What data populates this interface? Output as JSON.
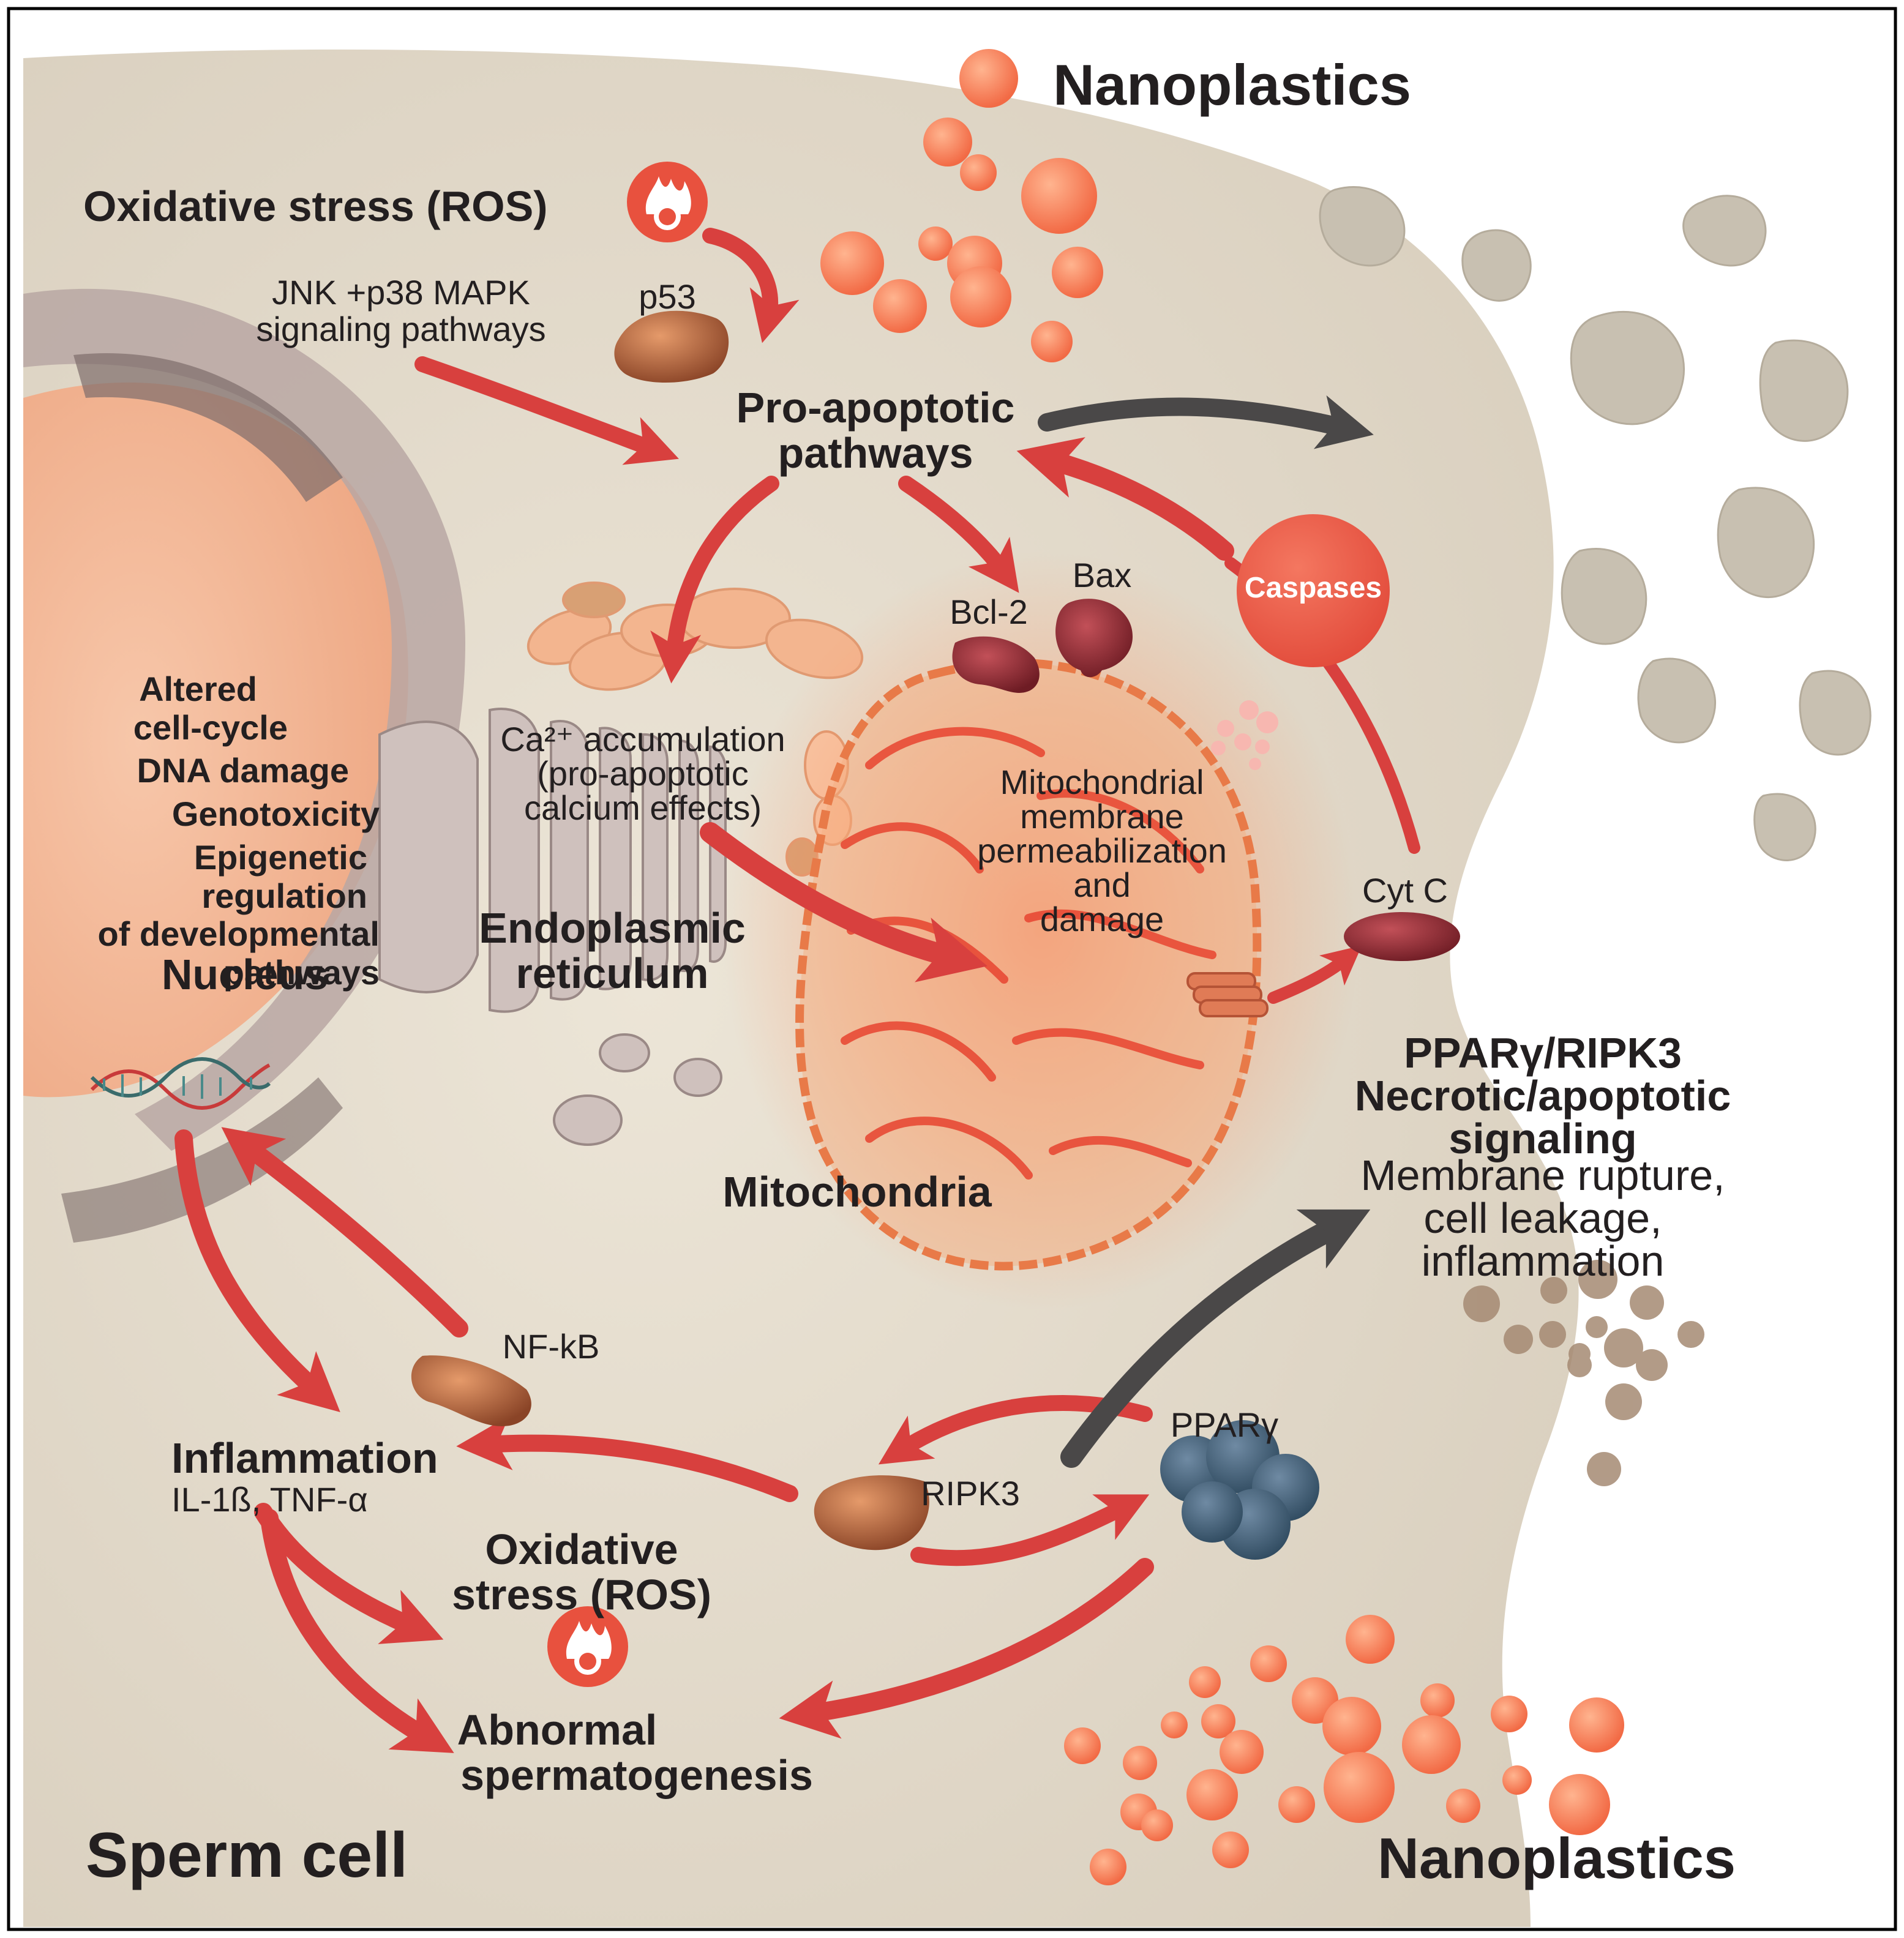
{
  "title": "Sperm cell",
  "colors": {
    "cell": "#e3dacb",
    "arrow_red": "#d8403e",
    "arrow_gray": "#4a4848",
    "nanoplastic": "#f5845e",
    "er": "#a99a95",
    "mito_outer": "#f08c4a",
    "mito_cristae": "#e84a35",
    "text": "#231f20"
  },
  "labels": {
    "nanoplastics_top": "Nanoplastics",
    "nanoplastics_bottom": "Nanoplastics",
    "oxidative_top": "Oxidative stress (ROS)",
    "jnk": [
      "JNK +p38 MAPK",
      "signaling pathways"
    ],
    "p53": "p53",
    "pro_apoptotic": [
      "Pro-apoptotic",
      "pathways"
    ],
    "bax": "Bax",
    "bcl2": "Bcl-2",
    "caspases": "Caspases",
    "nucleus_effects": [
      "Altered",
      "cell-cycle",
      "DNA damage",
      "Genotoxicity",
      "Epigenetic",
      "regulation",
      "of developmental",
      "pathways"
    ],
    "nucleus": "Nucleus",
    "ca": [
      "Ca²⁺ accumulation",
      "(pro-apoptotic",
      "calcium effects)"
    ],
    "er": [
      "Endoplasmic",
      "reticulum"
    ],
    "mito_damage": [
      "Mitochondrial",
      "membrane",
      "permeabilization",
      "and",
      "damage"
    ],
    "cytc": "Cyt C",
    "mitochondria": "Mitochondria",
    "ppar_title": [
      "PPARγ/RIPK3",
      "Necrotic/apoptotic",
      "signaling"
    ],
    "ppar_effects": [
      "Membrane rupture,",
      "cell leakage,",
      "inflammation"
    ],
    "nfkb": "NF-kB",
    "inflammation": "Inflammation",
    "cytokines": "IL-1ß, TNF-α",
    "ripk3": "RIPK3",
    "ppary": "PPARγ",
    "oxidative_bottom": [
      "Oxidative",
      "stress (ROS)"
    ],
    "abnormal": [
      "Abnormal",
      "spermatogenesis"
    ]
  },
  "icons": [
    "fire-icon",
    "dna-icon",
    "p53-protein-icon",
    "nfkb-protein-icon",
    "ripk3-protein-icon",
    "ppar-protein-icon",
    "cytc-icon"
  ]
}
